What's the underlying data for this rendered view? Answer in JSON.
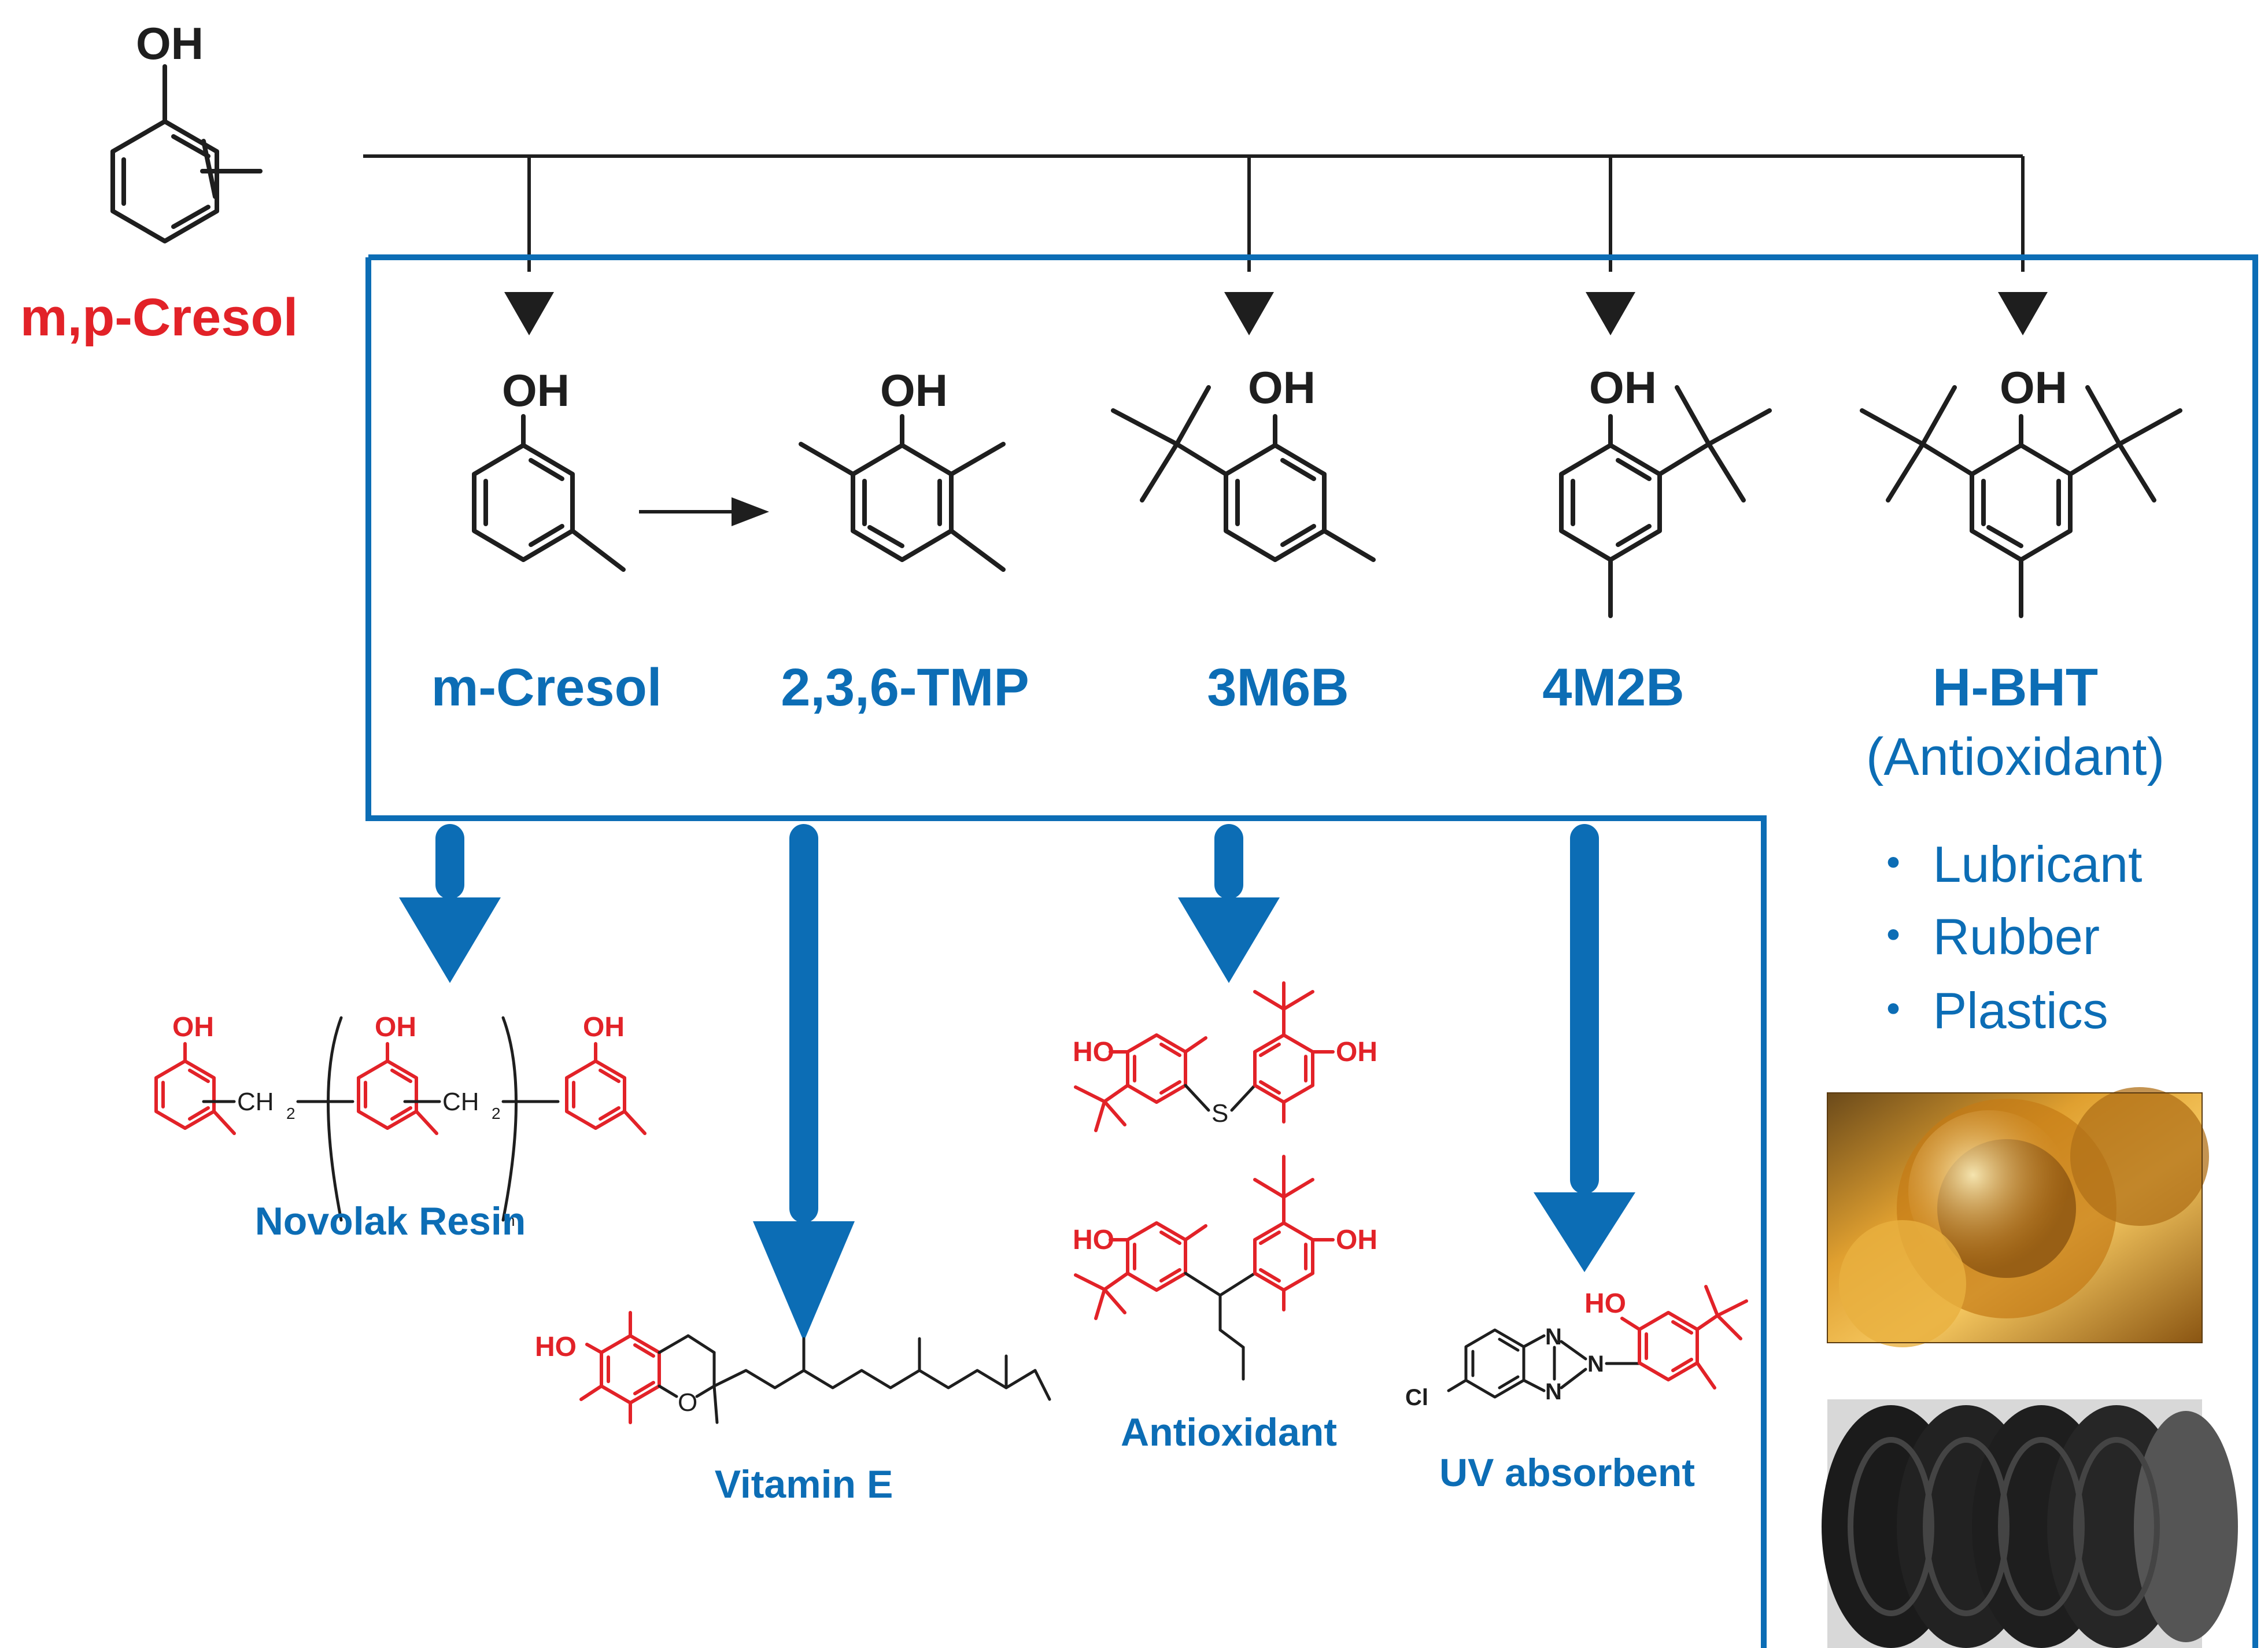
{
  "colors": {
    "blue": "#0c6db5",
    "red": "#e22228",
    "black": "#1e1e1e"
  },
  "source": {
    "label": "m,p-Cresol",
    "oh": "OH"
  },
  "products": {
    "m_cresol": {
      "label": "m-Cresol",
      "oh": "OH"
    },
    "tmp": {
      "label": "2,3,6-TMP",
      "oh": "OH"
    },
    "m3m6b": {
      "label": "3M6B",
      "oh": "OH"
    },
    "m4m2b": {
      "label": "4M2B",
      "oh": "OH"
    },
    "hbht": {
      "label": "H-BHT",
      "sub": "(Antioxidant)",
      "oh": "OH"
    }
  },
  "uses": [
    "・ Lubricant",
    "・ Rubber",
    "・ Plastics"
  ],
  "derivatives": {
    "novolak": {
      "label": "Novolak Resin",
      "oh": "OH",
      "ch2": "CH",
      "two": "2",
      "n": "n"
    },
    "vitamin_e": {
      "label": "Vitamin E",
      "ho": "HO",
      "o": "O"
    },
    "antioxidant": {
      "label": "Antioxidant",
      "ho": "HO",
      "oh": "OH",
      "s": "S"
    },
    "uv": {
      "label": "UV absorbent",
      "ho": "HO",
      "n": "N",
      "cl": "Cl"
    }
  },
  "photos": [
    {
      "icon": "lubricant-gears-photo"
    },
    {
      "icon": "tire-stack-photo"
    }
  ]
}
